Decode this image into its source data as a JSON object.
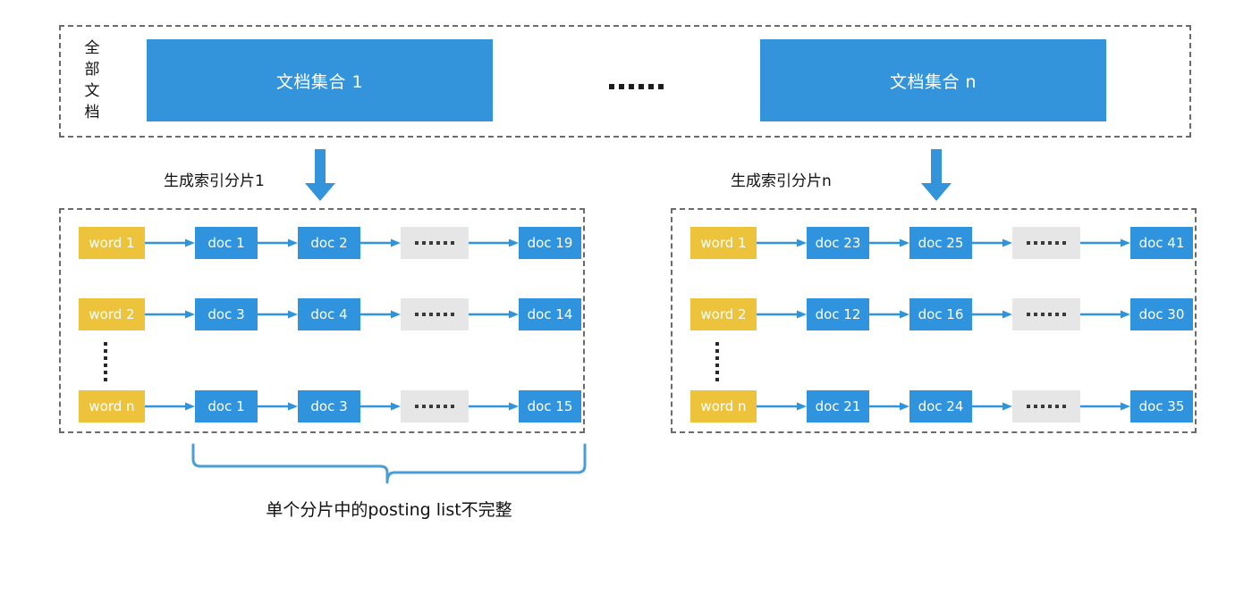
{
  "diagram": {
    "title_vertical_label": "全\n部\n文\n档",
    "collections": [
      {
        "label": "文档集合 1"
      },
      {
        "label": "文档集合 n"
      }
    ],
    "collections_separator": "......",
    "generation_labels": [
      "生成索引分片1",
      "生成索引分片n"
    ],
    "shards": [
      {
        "name": "shard-1",
        "rows": [
          {
            "word": "word 1",
            "docs": [
              "doc 1",
              "doc 2",
              "......",
              "doc 19"
            ]
          },
          {
            "word": "word 2",
            "docs": [
              "doc 3",
              "doc 4",
              "......",
              "doc 14"
            ]
          },
          {
            "word": "word n",
            "docs": [
              "doc 1",
              "doc 3",
              "......",
              "doc 15"
            ]
          }
        ]
      },
      {
        "name": "shard-n",
        "rows": [
          {
            "word": "word 1",
            "docs": [
              "doc 23",
              "doc 25",
              "......",
              "doc 41"
            ]
          },
          {
            "word": "word 2",
            "docs": [
              "doc 12",
              "doc 16",
              "......",
              "doc 30"
            ]
          },
          {
            "word": "word n",
            "docs": [
              "doc 21",
              "doc 24",
              "......",
              "doc 35"
            ]
          }
        ]
      }
    ],
    "brace_caption": "单个分片中的posting list不完整",
    "colors": {
      "collection_blue": "#3394dc",
      "doc_blue": "#2f93dd",
      "word_yellow": "#eec33c",
      "gap_grey": "#e6e6e6",
      "dashed_border": "#6b6b6b",
      "arrow_blue": "#2f93dd",
      "brace_blue": "#4a9ed6",
      "text_dark": "#111111"
    }
  }
}
